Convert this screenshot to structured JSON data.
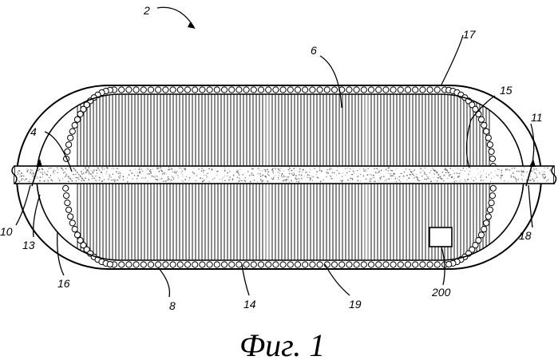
{
  "reference_numerals": {
    "assembly": "2",
    "core": "4",
    "fibers": "6",
    "lower_wall": "8",
    "inlet": "10",
    "outlet": "11",
    "inlet_arrow": "13",
    "lower_ring": "14",
    "upper_bond": "15",
    "left_end": "16",
    "upper_ring": "17",
    "outlet_arrow": "18",
    "lower_bond": "19",
    "sensor": "200"
  },
  "caption": "Фиг. 1",
  "colors": {
    "ink": "#000000",
    "paper": "#ffffff",
    "stipple": "#6a6a6a"
  }
}
